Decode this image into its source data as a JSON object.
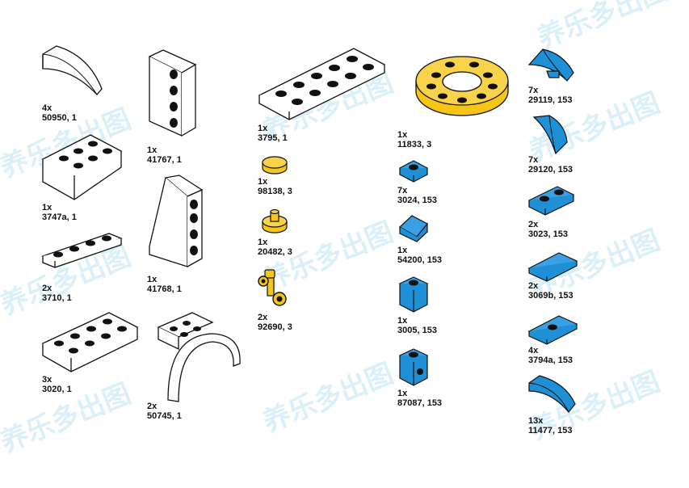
{
  "parts": [
    {
      "id": "p1",
      "qty": "4x",
      "code": "50950, 1"
    },
    {
      "id": "p2",
      "qty": "1x",
      "code": "3747a, 1"
    },
    {
      "id": "p3",
      "qty": "2x",
      "code": "3710, 1"
    },
    {
      "id": "p4",
      "qty": "3x",
      "code": "3020, 1"
    },
    {
      "id": "p5",
      "qty": "1x",
      "code": "41767, 1"
    },
    {
      "id": "p6",
      "qty": "1x",
      "code": "41768, 1"
    },
    {
      "id": "p7",
      "qty": "2x",
      "code": "50745, 1"
    },
    {
      "id": "p8",
      "qty": "1x",
      "code": "3795, 1"
    },
    {
      "id": "p9",
      "qty": "1x",
      "code": "98138, 3"
    },
    {
      "id": "p10",
      "qty": "1x",
      "code": "20482, 3"
    },
    {
      "id": "p11",
      "qty": "2x",
      "code": "92690, 3"
    },
    {
      "id": "p12",
      "qty": "1x",
      "code": "11833, 3"
    },
    {
      "id": "p13",
      "qty": "7x",
      "code": "3024, 153"
    },
    {
      "id": "p14",
      "qty": "1x",
      "code": "54200, 153"
    },
    {
      "id": "p15",
      "qty": "1x",
      "code": "3005, 153"
    },
    {
      "id": "p16",
      "qty": "1x",
      "code": "87087, 153"
    },
    {
      "id": "p17",
      "qty": "7x",
      "code": "29119, 153"
    },
    {
      "id": "p18",
      "qty": "7x",
      "code": "29120, 153"
    },
    {
      "id": "p19",
      "qty": "2x",
      "code": "3023, 153"
    },
    {
      "id": "p20",
      "qty": "2x",
      "code": "3069b, 153"
    },
    {
      "id": "p21",
      "qty": "4x",
      "code": "3794a, 153"
    },
    {
      "id": "p22",
      "qty": "13x",
      "code": "11477, 153"
    }
  ],
  "colors": {
    "white": "#ffffff",
    "yellow": "#f5c518",
    "blue": "#1f8fd6",
    "outline": "#111111"
  },
  "watermark": "养乐多出图"
}
